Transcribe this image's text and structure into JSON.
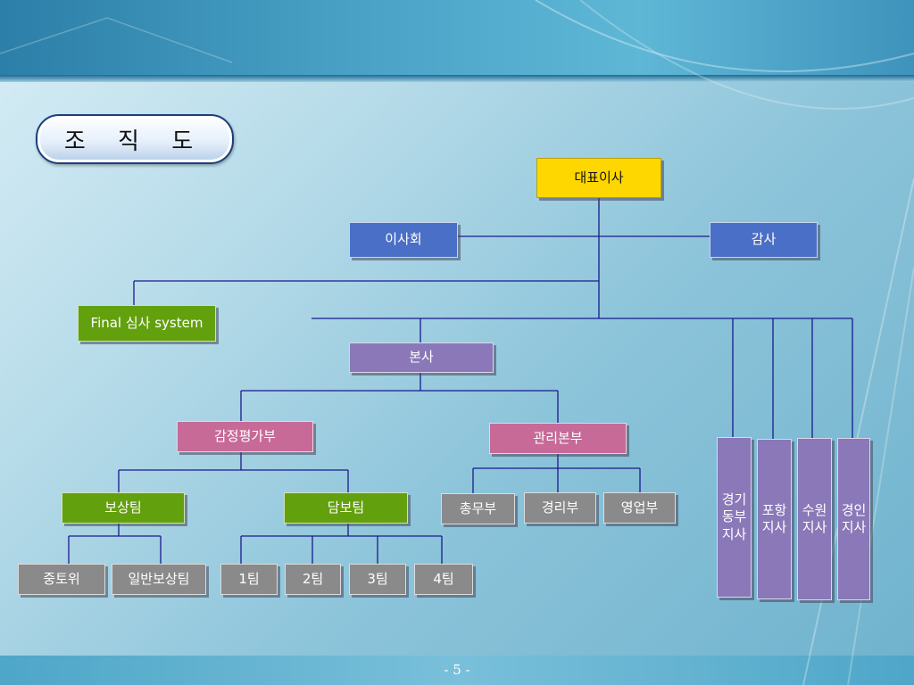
{
  "title": "조 직 도",
  "page_number": "- 5 -",
  "nodes": {
    "ceo": "대표이사",
    "board": "이사회",
    "audit": "감사",
    "final_review": "Final 심사 system",
    "head_office": "본사",
    "appraisal_div": "감정평가부",
    "management_div": "관리본부",
    "compensation_team": "보상팀",
    "collateral_team": "담보팀",
    "general_affairs": "총무부",
    "accounting": "경리부",
    "sales": "영업부",
    "jungtowi": "중토위",
    "general_compensation": "일반보상팀",
    "team1": "1팀",
    "team2": "2팀",
    "team3": "3팀",
    "team4": "4팀",
    "branch_gyeonggi_east": "경기\n동부\n지사",
    "branch_pohang": "포항\n지사",
    "branch_suwon": "수원\n지사",
    "branch_gyeongin": "경인\n지사"
  }
}
